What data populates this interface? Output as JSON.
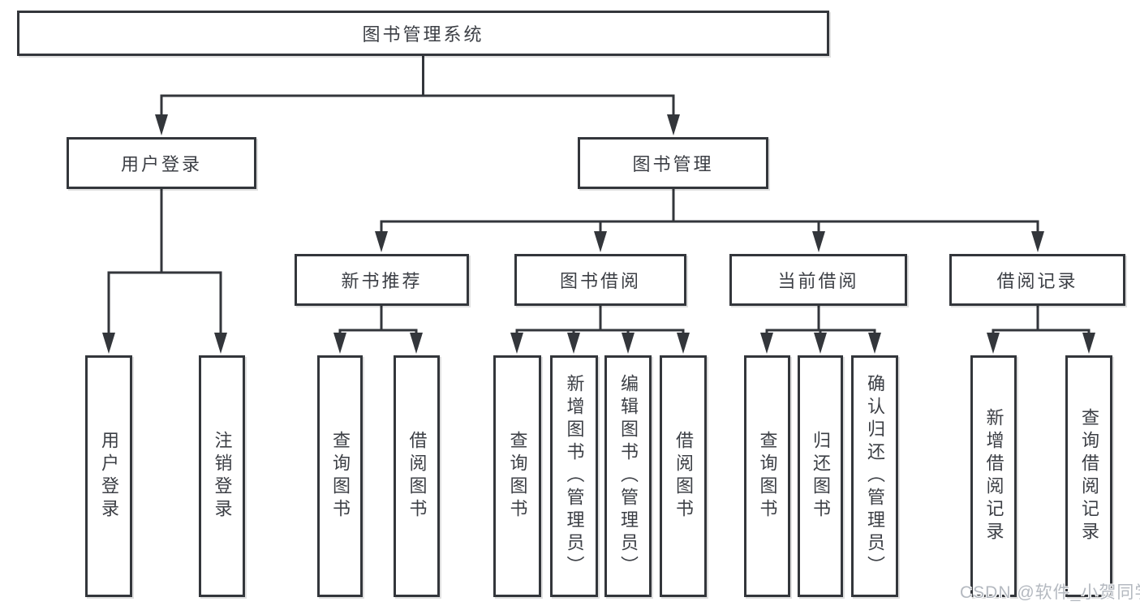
{
  "diagram": {
    "root": {
      "label": "图书管理系统"
    },
    "branches": {
      "user_login": {
        "label": "用户登录",
        "children": {
          "login": "用户登录",
          "logout": "注销登录"
        }
      },
      "book_management": {
        "label": "图书管理",
        "sections": {
          "new_book": {
            "label": "新书推荐",
            "children": {
              "query": "查询图书",
              "borrow": "借阅图书"
            }
          },
          "book_borrow": {
            "label": "图书借阅",
            "children": {
              "query": "查询图书",
              "add": "新增图书（管理员）",
              "edit": "编辑图书（管理员）",
              "borrow": "借阅图书"
            }
          },
          "current_borrow": {
            "label": "当前借阅",
            "children": {
              "query": "查询图书",
              "return": "归还图书",
              "confirm": "确认归还（管理员）"
            }
          },
          "borrow_record": {
            "label": "借阅记录",
            "children": {
              "add": "新增借阅记录",
              "query": "查询借阅记录"
            }
          }
        }
      }
    }
  },
  "watermark": {
    "text": "CSDN @软件_小贺同学"
  },
  "colors": {
    "line": "#33363b",
    "text": "#3c3f45",
    "background": "#ffffff",
    "watermark": "#b4b9c0"
  }
}
